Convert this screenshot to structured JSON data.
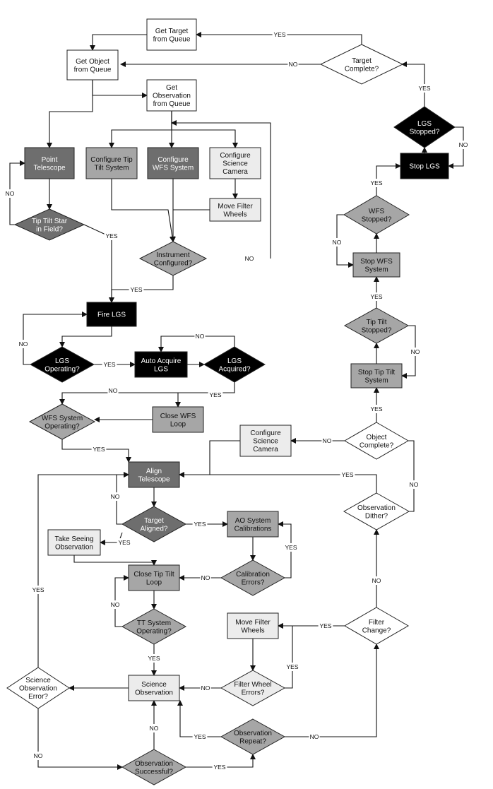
{
  "colors": {
    "white": "#ffffff",
    "light": "#ececec",
    "mid": "#a6a6a6",
    "dark": "#6e6e6e",
    "black": "#000000",
    "line": "#111111"
  },
  "nodes": [
    {
      "id": "get_target",
      "shape": "rect",
      "fill": "white",
      "lines": [
        "Get Target",
        "from Queue"
      ]
    },
    {
      "id": "target_complete",
      "shape": "diamond",
      "fill": "white",
      "lines": [
        "Target",
        "Complete?"
      ]
    },
    {
      "id": "get_object",
      "shape": "rect",
      "fill": "white",
      "lines": [
        "Get Object",
        "from Queue"
      ]
    },
    {
      "id": "get_observation",
      "shape": "rect",
      "fill": "white",
      "lines": [
        "Get",
        "Observation",
        "from Queue"
      ]
    },
    {
      "id": "lgs_stopped",
      "shape": "diamond",
      "fill": "black",
      "lines": [
        "LGS",
        "Stopped?"
      ]
    },
    {
      "id": "stop_lgs",
      "shape": "rect",
      "fill": "black",
      "lines": [
        "Stop LGS"
      ]
    },
    {
      "id": "point_telescope",
      "shape": "rect",
      "fill": "dark",
      "lines": [
        "Point",
        "Telescope"
      ]
    },
    {
      "id": "config_tip_tilt",
      "shape": "rect",
      "fill": "mid",
      "lines": [
        "Configure Tip",
        "Tilt System"
      ]
    },
    {
      "id": "config_wfs",
      "shape": "rect",
      "fill": "dark",
      "lines": [
        "Configure",
        "WFS System"
      ]
    },
    {
      "id": "config_sci_cam_top",
      "shape": "rect",
      "fill": "light",
      "lines": [
        "Configure",
        "Science",
        "Camera"
      ]
    },
    {
      "id": "move_filter_top",
      "shape": "rect",
      "fill": "light",
      "lines": [
        "Move Filter",
        "Wheels"
      ]
    },
    {
      "id": "tip_tilt_star",
      "shape": "diamond",
      "fill": "dark",
      "lines": [
        "Tip Tilt Star",
        "in Field?"
      ]
    },
    {
      "id": "wfs_stopped",
      "shape": "diamond",
      "fill": "mid",
      "lines": [
        "WFS",
        "Stopped?"
      ]
    },
    {
      "id": "instrument_configured",
      "shape": "diamond",
      "fill": "mid",
      "lines": [
        "Instrument",
        "Configured?"
      ]
    },
    {
      "id": "stop_wfs",
      "shape": "rect",
      "fill": "mid",
      "lines": [
        "Stop WFS",
        "System"
      ]
    },
    {
      "id": "fire_lgs",
      "shape": "rect",
      "fill": "black",
      "lines": [
        "Fire LGS"
      ]
    },
    {
      "id": "tip_tilt_stopped",
      "shape": "diamond",
      "fill": "mid",
      "lines": [
        "Tip Tilt",
        "Stopped?"
      ]
    },
    {
      "id": "lgs_operating",
      "shape": "diamond",
      "fill": "black",
      "lines": [
        "LGS",
        "Operating?"
      ]
    },
    {
      "id": "auto_acquire",
      "shape": "rect",
      "fill": "black",
      "lines": [
        "Auto Acquire",
        "LGS"
      ]
    },
    {
      "id": "lgs_acquired",
      "shape": "diamond",
      "fill": "black",
      "lines": [
        "LGS",
        "Acquired?"
      ]
    },
    {
      "id": "stop_tip_tilt",
      "shape": "rect",
      "fill": "mid",
      "lines": [
        "Stop Tip Tilt",
        "System"
      ]
    },
    {
      "id": "wfs_operating",
      "shape": "diamond",
      "fill": "mid",
      "lines": [
        "WFS System",
        "Operating?"
      ]
    },
    {
      "id": "close_wfs",
      "shape": "rect",
      "fill": "mid",
      "lines": [
        "Close WFS",
        "Loop"
      ]
    },
    {
      "id": "config_sci_cam_mid",
      "shape": "rect",
      "fill": "light",
      "lines": [
        "Configure",
        "Science",
        "Camera"
      ]
    },
    {
      "id": "object_complete",
      "shape": "diamond",
      "fill": "white",
      "lines": [
        "Object",
        "Complete?"
      ]
    },
    {
      "id": "align_telescope",
      "shape": "rect",
      "fill": "dark",
      "lines": [
        "Align",
        "Telescope"
      ]
    },
    {
      "id": "observation_dither",
      "shape": "diamond",
      "fill": "white",
      "lines": [
        "Observation",
        "Dither?"
      ]
    },
    {
      "id": "target_aligned",
      "shape": "diamond",
      "fill": "dark",
      "lines": [
        "Target",
        "Aligned?"
      ]
    },
    {
      "id": "ao_calibrations",
      "shape": "rect",
      "fill": "mid",
      "lines": [
        "AO System",
        "Calibrations"
      ]
    },
    {
      "id": "take_seeing",
      "shape": "rect",
      "fill": "light",
      "lines": [
        "Take Seeing",
        "Observation"
      ]
    },
    {
      "id": "close_tip_tilt",
      "shape": "rect",
      "fill": "mid",
      "lines": [
        "Close Tip Tilt",
        "Loop"
      ]
    },
    {
      "id": "calibration_errors",
      "shape": "diamond",
      "fill": "mid",
      "lines": [
        "Calibration",
        "Errors?"
      ]
    },
    {
      "id": "tt_operating",
      "shape": "diamond",
      "fill": "mid",
      "lines": [
        "TT System",
        "Operating?"
      ]
    },
    {
      "id": "move_filter_bottom",
      "shape": "rect",
      "fill": "light",
      "lines": [
        "Move Filter",
        "Wheels"
      ]
    },
    {
      "id": "filter_change",
      "shape": "diamond",
      "fill": "white",
      "lines": [
        "Filter",
        "Change?"
      ]
    },
    {
      "id": "science_observation",
      "shape": "rect",
      "fill": "light",
      "lines": [
        "Science",
        "Observation"
      ]
    },
    {
      "id": "science_obs_error",
      "shape": "diamond",
      "fill": "white",
      "lines": [
        "Science",
        "Observation",
        "Error?"
      ]
    },
    {
      "id": "filter_wheel_errors",
      "shape": "diamond",
      "fill": "light",
      "lines": [
        "Filter Wheel",
        "Errors?"
      ]
    },
    {
      "id": "observation_repeat",
      "shape": "diamond",
      "fill": "mid",
      "lines": [
        "Observation",
        "Repeat?"
      ]
    },
    {
      "id": "observation_successful",
      "shape": "diamond",
      "fill": "mid",
      "lines": [
        "Observation",
        "Successful?"
      ]
    }
  ],
  "edge_labels": {
    "yes": "YES",
    "no": "NO"
  }
}
